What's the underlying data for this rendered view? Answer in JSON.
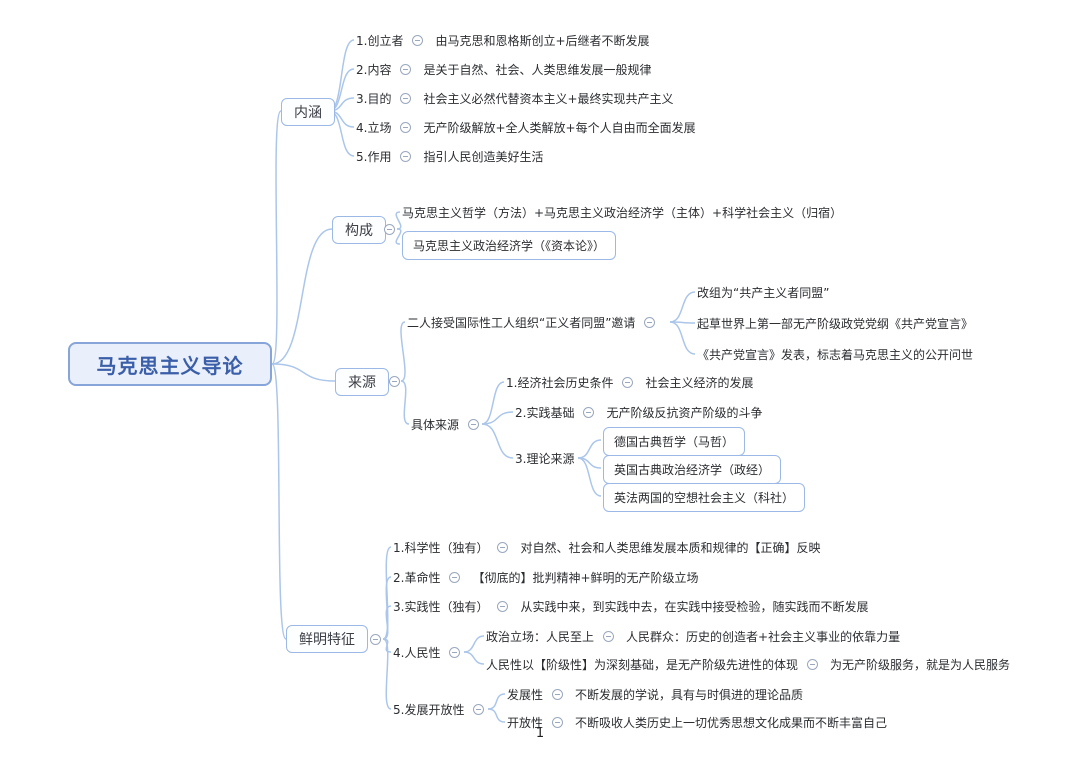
{
  "page": {
    "number": "1"
  },
  "root": {
    "label": "马克思主义导论"
  },
  "branches": {
    "neihan": {
      "label": "内涵",
      "rows": [
        {
          "label": "1.创立者",
          "detail": "由马克思和恩格斯创立+后继者不断发展"
        },
        {
          "label": "2.内容",
          "detail": "是关于自然、社会、人类思维发展一般规律"
        },
        {
          "label": "3.目的",
          "detail": "社会主义必然代替资本主义+最终实现共产主义"
        },
        {
          "label": "4.立场",
          "detail": "无产阶级解放+全人类解放+每个人自由而全面发展"
        },
        {
          "label": "5.作用",
          "detail": "指引人民创造美好生活"
        }
      ]
    },
    "goucheng": {
      "label": "构成",
      "rows": [
        {
          "label": "马克思主义哲学（方法）+马克思主义政治经济学（主体）+科学社会主义（归宿）"
        },
        {
          "label": "马克思主义政治经济学（《资本论》）"
        }
      ]
    },
    "laiyuan": {
      "label": "来源",
      "invite": {
        "label": "二人接受国际性工人组织“正义者同盟”邀请",
        "children": [
          "改组为“共产主义者同盟”",
          "起草世界上第一部无产阶级政党党纲《共产党宣言》",
          "《共产党宣言》发表，标志着马克思主义的公开问世"
        ]
      },
      "concrete": {
        "label": "具体来源",
        "rows": [
          {
            "label": "1.经济社会历史条件",
            "detail": "社会主义经济的发展"
          },
          {
            "label": "2.实践基础",
            "detail": "无产阶级反抗资产阶级的斗争"
          },
          {
            "label": "3.理论来源"
          }
        ],
        "theory_sources": [
          "德国古典哲学（马哲）",
          "英国古典政治经济学（政经）",
          "英法两国的空想社会主义（科社）"
        ]
      }
    },
    "tezheng": {
      "label": "鲜明特征",
      "rows": [
        {
          "label": "1.科学性（独有）",
          "detail": "对自然、社会和人类思维发展本质和规律的【正确】反映"
        },
        {
          "label": "2.革命性",
          "detail": "【彻底的】批判精神+鲜明的无产阶级立场"
        },
        {
          "label": "3.实践性（独有）",
          "detail": "从实践中来，到实践中去，在实践中接受检验，随实践而不断发展"
        },
        {
          "label": "4.人民性"
        },
        {
          "label": "5.发展开放性"
        }
      ],
      "renminxing": [
        {
          "label": "政治立场：人民至上",
          "detail": "人民群众：历史的创造者+社会主义事业的依靠力量"
        },
        {
          "label": "人民性以【阶级性】为深刻基础，是无产阶级先进性的体现",
          "detail": "为无产阶级服务，就是为人民服务"
        }
      ],
      "fazhan": [
        {
          "label": "发展性",
          "detail": "不断发展的学说，具有与时俱进的理论品质"
        },
        {
          "label": "开放性",
          "detail": "不断吸收人类历史上一切优秀思想文化成果而不断丰富自己"
        }
      ]
    }
  }
}
